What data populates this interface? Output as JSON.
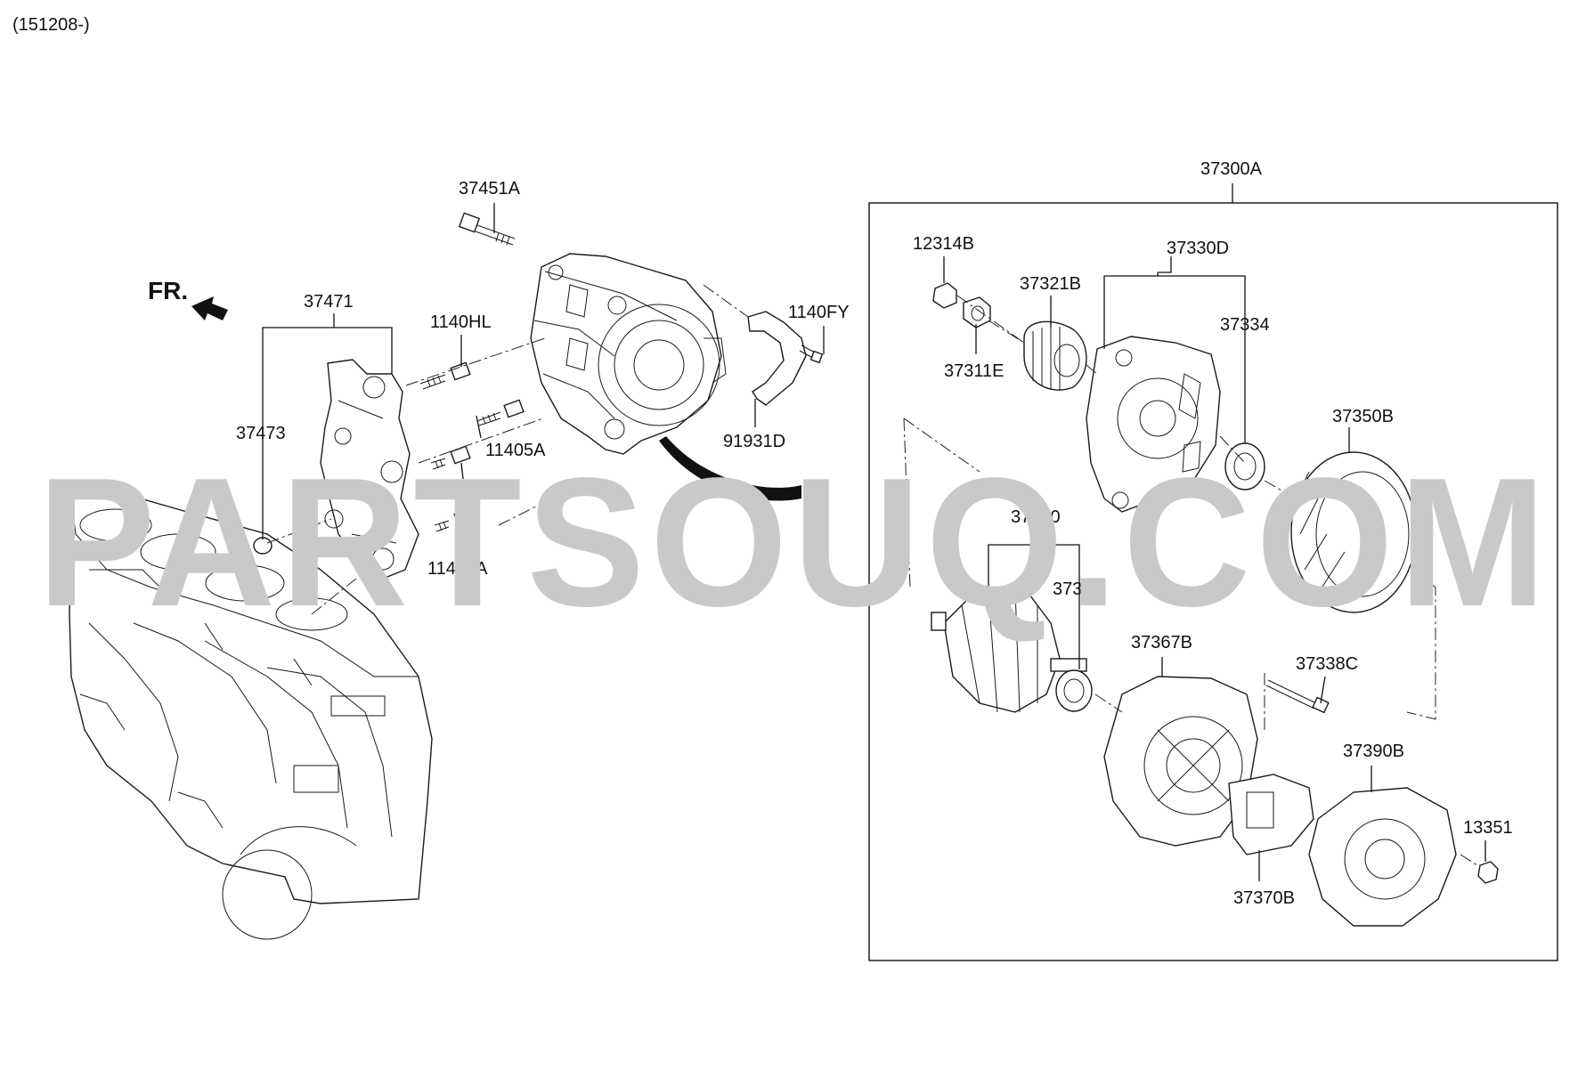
{
  "header": {
    "code": "(151208-)"
  },
  "orientation": {
    "label": "FR."
  },
  "watermark": {
    "text": "PARTSOUQ.COM"
  },
  "labels": {
    "p37451A": "37451A",
    "p37471": "37471",
    "p1140HL": "1140HL",
    "p1140FY": "1140FY",
    "p37473": "37473",
    "p11405A_1": "11405A",
    "p11405A_2": "11405A",
    "p11405A_3": "11405A",
    "p91931D": "91931D",
    "p37300A": "37300A",
    "p12314B": "12314B",
    "p37330D": "37330D",
    "p37321B": "37321B",
    "p37334": "37334",
    "p37311E": "37311E",
    "p37350B": "37350B",
    "p37340": "37340",
    "p37342": "37342",
    "p37367B": "37367B",
    "p37338C": "37338C",
    "p37390B": "37390B",
    "p13351": "13351",
    "p37370B": "37370B"
  }
}
